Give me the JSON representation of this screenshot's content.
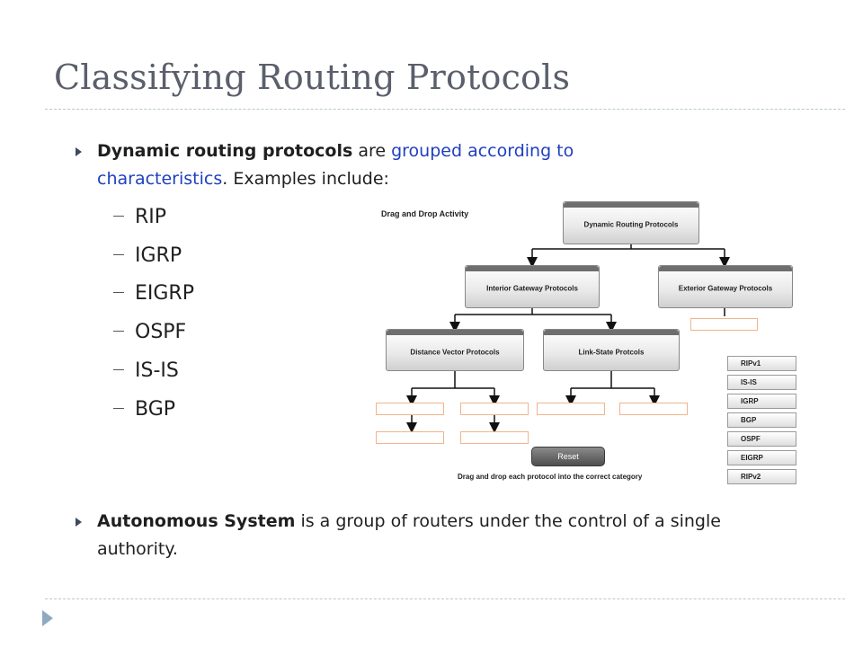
{
  "slide": {
    "title": "Classifying Routing Protocols",
    "bullet1": {
      "bold": "Dynamic routing protocols",
      "plain1": " are ",
      "blue": "grouped according to characteristics",
      "plain2": ".  Examples include:"
    },
    "examples": [
      "RIP",
      "IGRP",
      "EIGRP",
      "OSPF",
      "IS-IS",
      "BGP"
    ],
    "bullet2": {
      "bold": "Autonomous System",
      "plain": " is a group of routers under the control of a single authority."
    }
  },
  "activity": {
    "heading": "Drag and Drop Activity",
    "root": "Dynamic Routing Protocols",
    "interior": "Interior Gateway Protocols",
    "exterior": "Exterior Gateway Protocols",
    "distance_vector": "Distance Vector Protocols",
    "link_state": "Link-State Protcols",
    "chips": [
      "RIPv1",
      "IS-IS",
      "IGRP",
      "BGP",
      "OSPF",
      "EIGRP",
      "RIPv2"
    ],
    "reset_label": "Reset",
    "instruction": "Drag and drop each protocol into the correct category"
  },
  "colors": {
    "title": "#5a5f6b",
    "link_blue": "#1f3fbf",
    "slot_border": "#f2b48a"
  }
}
